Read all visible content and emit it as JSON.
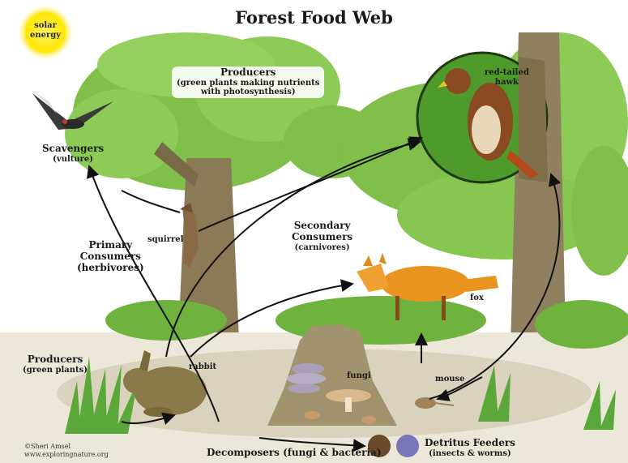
{
  "title": "Forest Food Web",
  "sun": {
    "line1": "solar",
    "line2": "energy"
  },
  "labels": {
    "producers_top": {
      "name": "Producers",
      "desc1": "(green plants making nutrients",
      "desc2": "with photosynthesis)"
    },
    "hawk": {
      "line1": "red-tailed",
      "line2": "hawk"
    },
    "scavengers": {
      "name": "Scavengers",
      "desc": "(vulture)"
    },
    "squirrel": "squirrel",
    "primary": {
      "line1": "Primary",
      "line2": "Consumers",
      "line3": "(herbivores)"
    },
    "secondary": {
      "line1": "Secondary",
      "line2": "Consumers",
      "line3": "(carnivores)"
    },
    "fox": "fox",
    "producers_bottom": {
      "name": "Producers",
      "desc": "(green plants)"
    },
    "rabbit": "rabbit",
    "fungi": "fungi",
    "mouse": "mouse",
    "decomposers": "Decomposers (fungi & bacteria)",
    "detritus": {
      "name": "Detritus Feeders",
      "desc": "(insects & worms)"
    }
  },
  "credit": {
    "line1": "©Sheri Amsel",
    "line2": "www.exploringnature.org"
  },
  "colors": {
    "leaf": "#7fbf4a",
    "leaf_dark": "#5a9a32",
    "trunk": "#8a7a55",
    "sun": "#ffe600",
    "fox": "#e8941f",
    "hawk": "#8a4a22",
    "arrow": "#111111"
  }
}
